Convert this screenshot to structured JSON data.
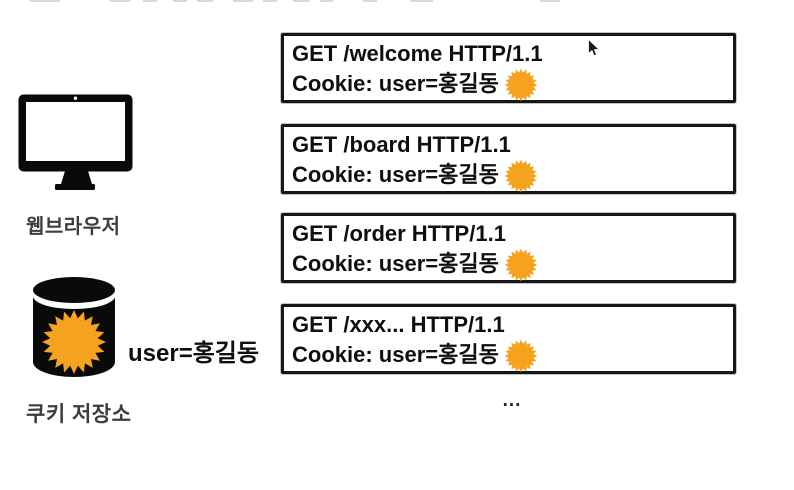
{
  "page": {
    "background": "#ffffff"
  },
  "browser": {
    "icon": "desktop-monitor-icon",
    "label": "웹브라우저"
  },
  "cookie_store": {
    "icon": "database-cylinder-icon",
    "badge_icon": "cookie-starburst-icon",
    "label": "쿠키 저장소",
    "value": "user=홍길동"
  },
  "requests": [
    {
      "request_line": "GET /welcome HTTP/1.1",
      "cookie_line": "Cookie: user=홍길동",
      "badge_icon": "cookie-starburst-icon"
    },
    {
      "request_line": "GET /board HTTP/1.1",
      "cookie_line": "Cookie: user=홍길동",
      "badge_icon": "cookie-starburst-icon"
    },
    {
      "request_line": "GET /order HTTP/1.1",
      "cookie_line": "Cookie: user=홍길동",
      "badge_icon": "cookie-starburst-icon"
    },
    {
      "request_line": "GET /xxx... HTTP/1.1",
      "cookie_line": "Cookie: user=홍길동",
      "badge_icon": "cookie-starburst-icon"
    }
  ],
  "ellipsis": "...",
  "colors": {
    "badge_orange": "#F5A21E",
    "box_border": "#161616",
    "text": "#0F0F0F",
    "label_gray": "#3D3D3D",
    "icon_black": "#0A0A0A"
  }
}
